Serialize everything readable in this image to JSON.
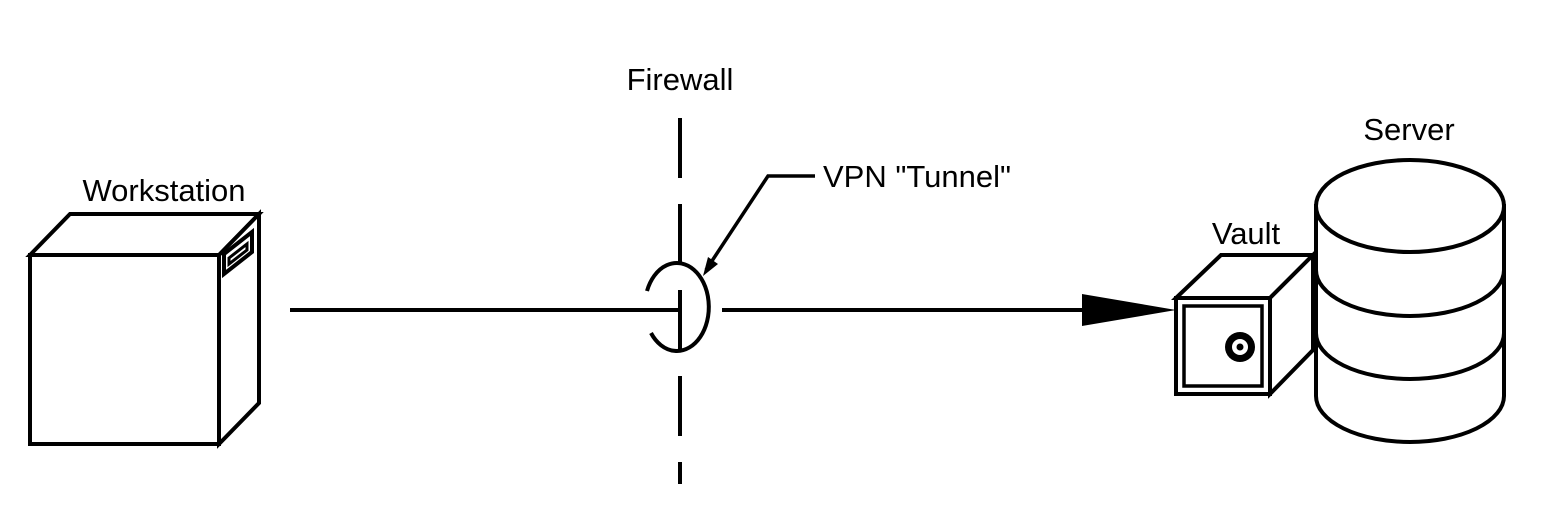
{
  "labels": {
    "workstation": "Workstation",
    "firewall": "Firewall",
    "vpn_tunnel": "VPN \"Tunnel\"",
    "vault": "Vault",
    "server": "Server"
  },
  "icons": {
    "workstation": "workstation-icon",
    "firewall": "firewall-line",
    "tunnel": "tunnel-ellipse",
    "vault": "vault-icon",
    "server": "database-server-icon"
  },
  "colors": {
    "stroke": "#000000",
    "background": "#ffffff"
  }
}
